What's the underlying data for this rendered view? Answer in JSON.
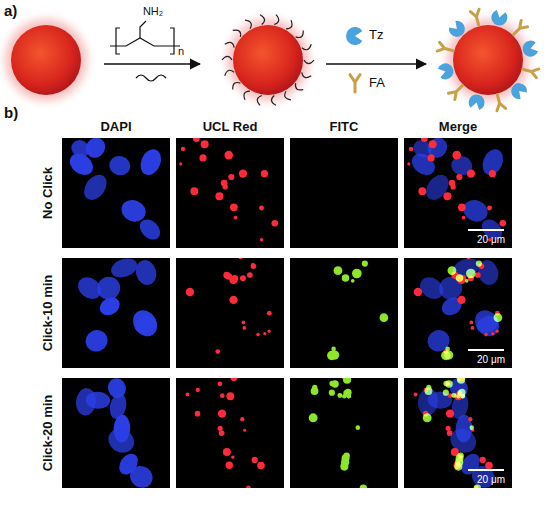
{
  "diagram": {
    "nodes": [
      {
        "text": [
          "20 μm"
        ]
      },
      {
        "text": [
          "20 μm"
        ]
      },
      {
        "text": [
          "20 μm"
        ]
      }
    ],
    "labels": [
      "a)",
      "NH₂",
      "n",
      "Tz",
      "FA",
      "b)",
      "DAPI",
      "UCL Red",
      "FITC",
      "Merge",
      "No Click",
      "Click-10 min",
      "Click-20 min"
    ]
  }
}
